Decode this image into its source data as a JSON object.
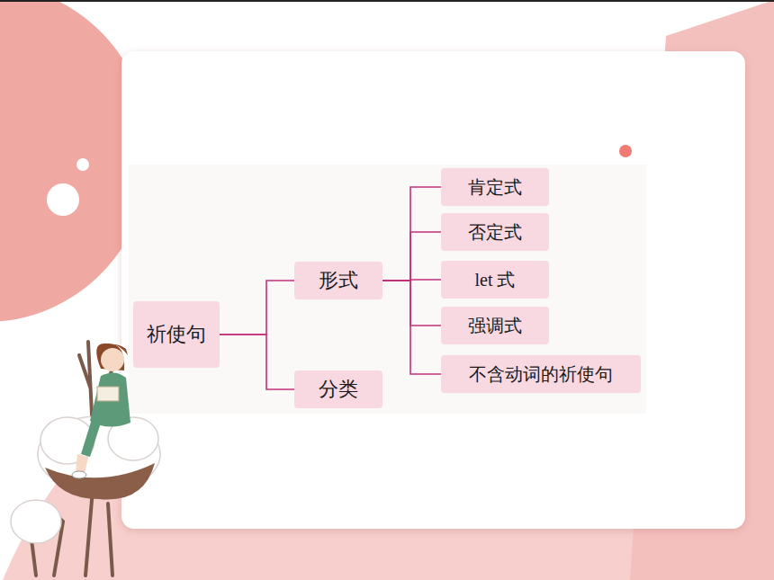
{
  "diagram": {
    "nodes": [
      {
        "text": [
          "祈使句"
        ]
      },
      {
        "text": [
          "形式"
        ]
      },
      {
        "text": [
          "分类"
        ]
      },
      {
        "text": [
          "肯定式"
        ]
      },
      {
        "text": [
          "否定式"
        ]
      },
      {
        "text": [
          "let 式"
        ]
      },
      {
        "text": [
          "强调式"
        ]
      },
      {
        "text": [
          "不含动词的祈使句"
        ]
      }
    ],
    "edges": [
      {
        "from": 0,
        "to": 1,
        "arrow": "none"
      },
      {
        "from": 0,
        "to": 2,
        "arrow": "none"
      },
      {
        "from": 1,
        "to": 3,
        "arrow": "none"
      },
      {
        "from": 1,
        "to": 4,
        "arrow": "none"
      },
      {
        "from": 1,
        "to": 5,
        "arrow": "none"
      },
      {
        "from": 1,
        "to": 6,
        "arrow": "none"
      },
      {
        "from": 1,
        "to": 7,
        "arrow": "none"
      }
    ]
  }
}
